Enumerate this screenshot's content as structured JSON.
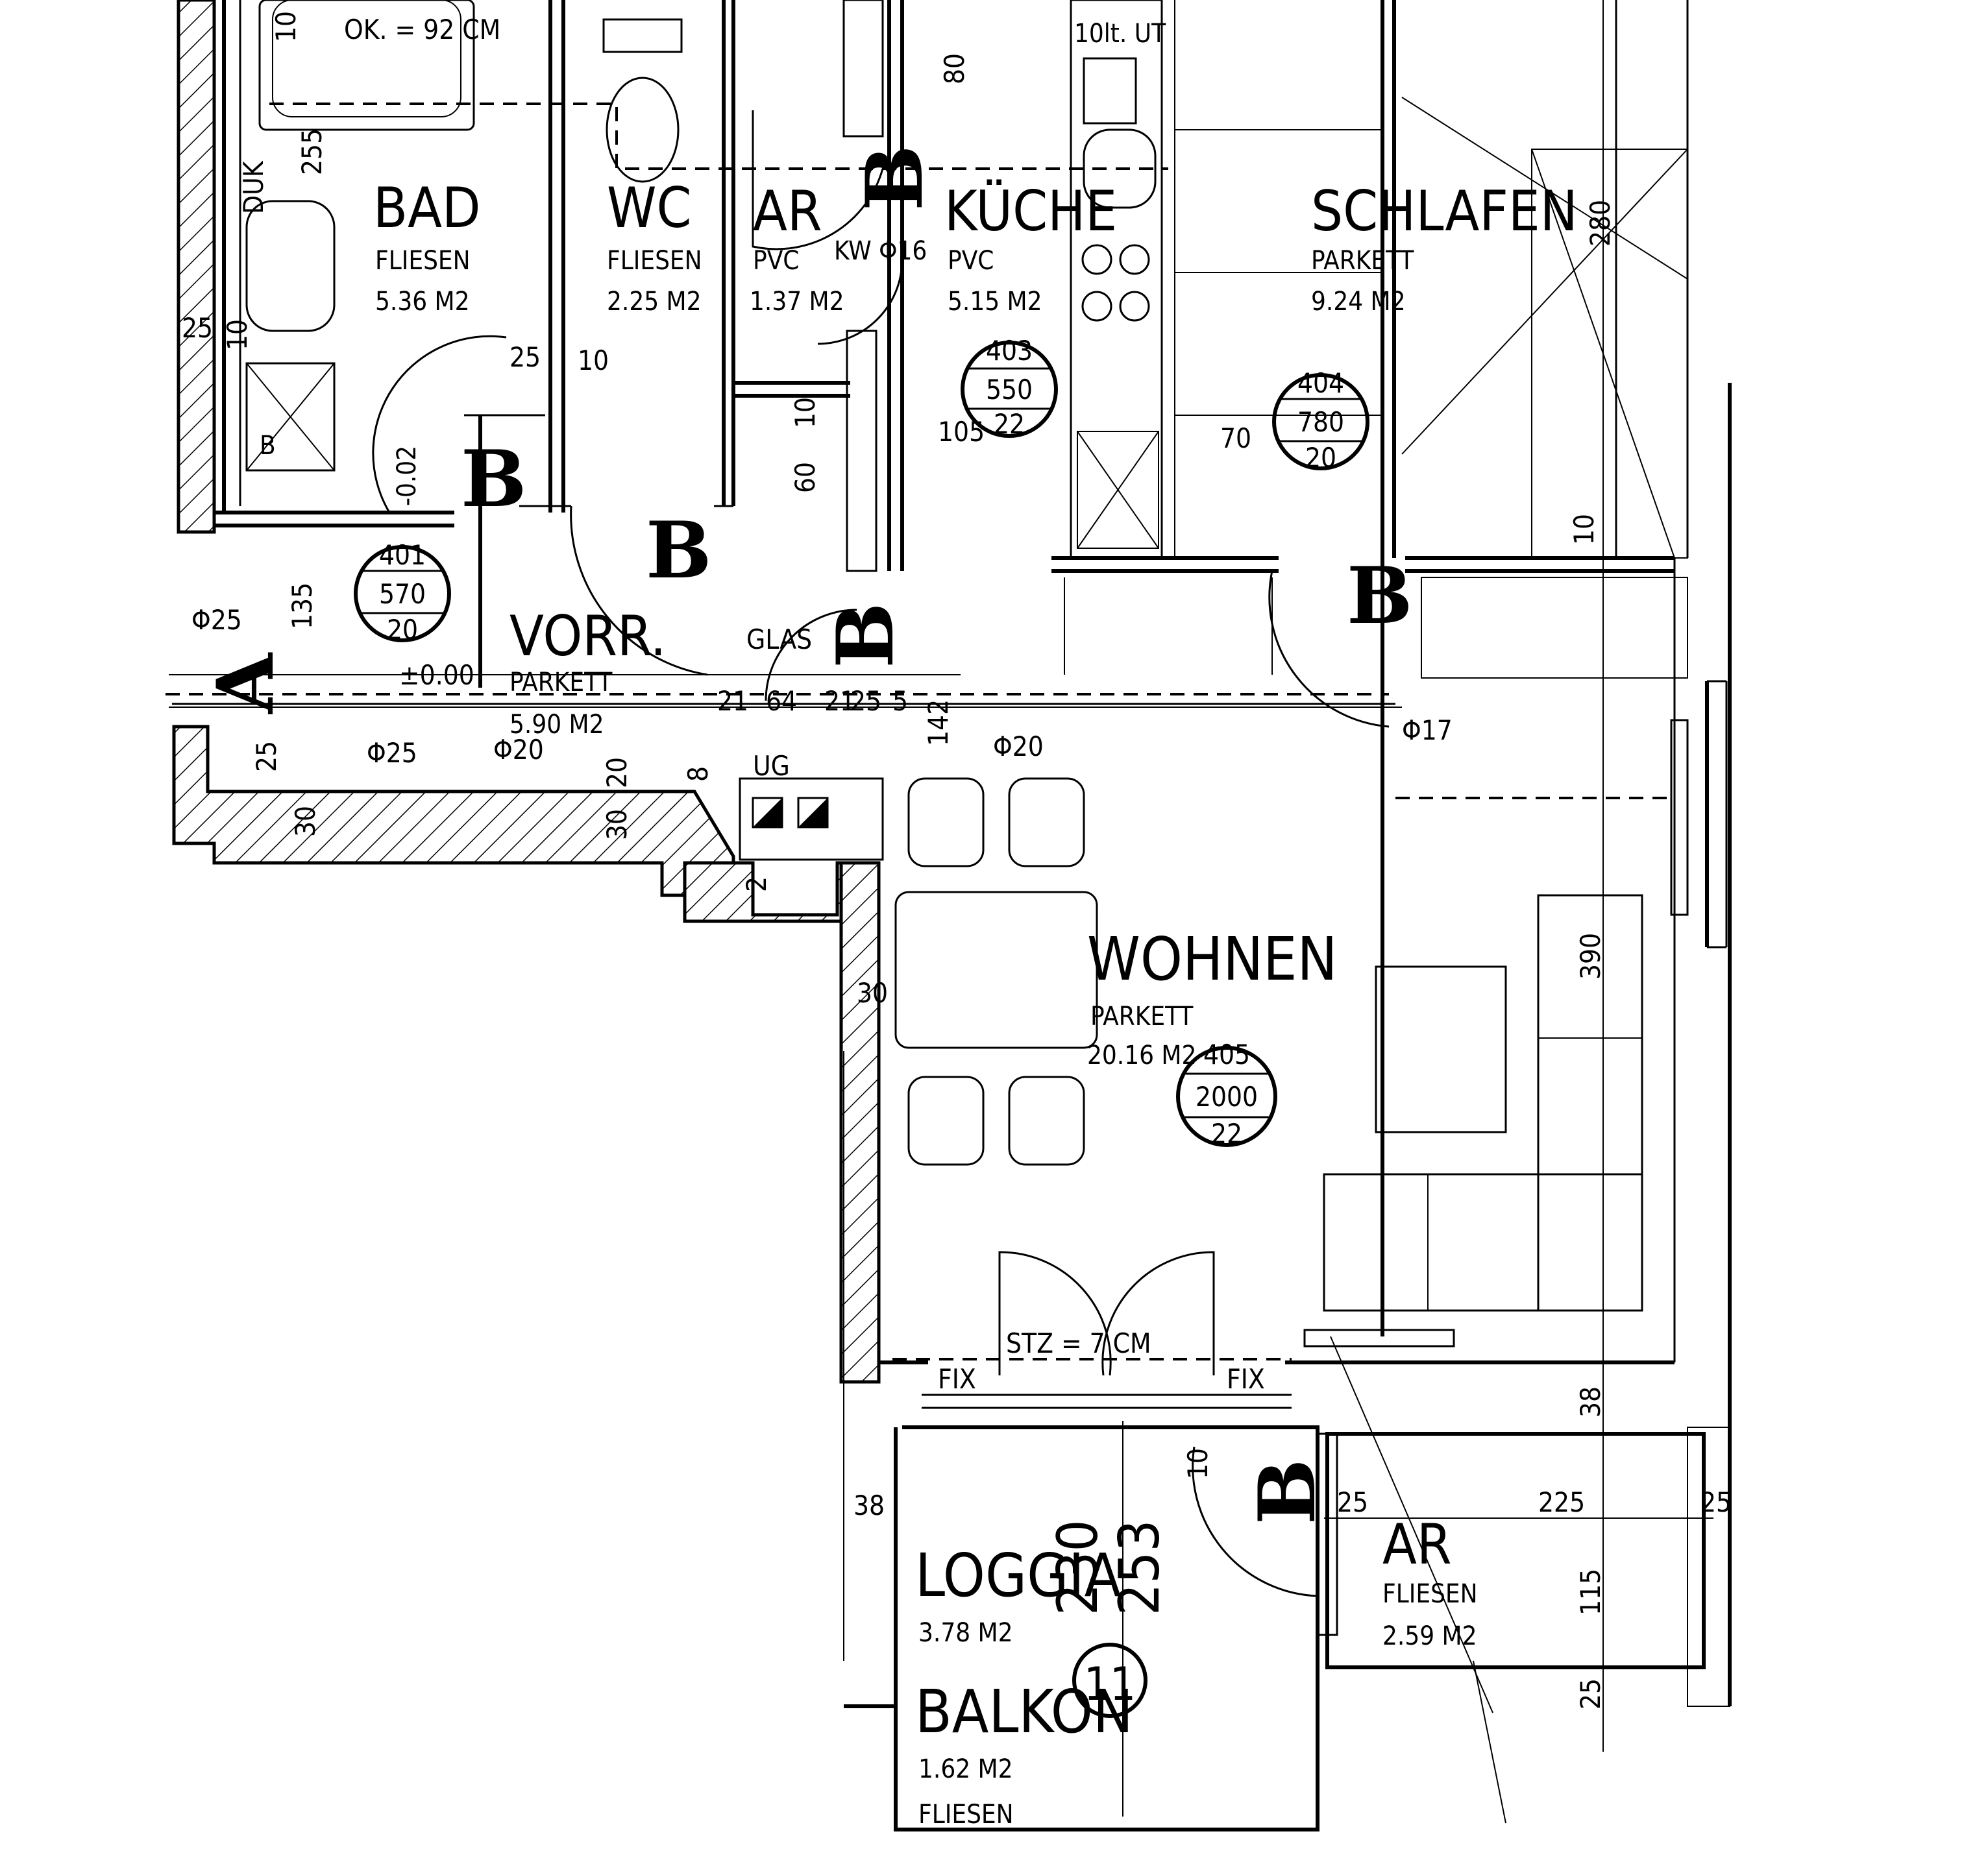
{
  "rooms": {
    "bad": {
      "name": "BAD",
      "floor": "FLIESEN",
      "area": "5.36 M2"
    },
    "wc": {
      "name": "WC",
      "floor": "FLIESEN",
      "area": "2.25 M2"
    },
    "ar_top": {
      "name": "AR",
      "floor": "PVC",
      "area": "1.37 M2"
    },
    "kueche": {
      "name": "KÜCHE",
      "floor": "PVC",
      "area": "5.15 M2"
    },
    "schlafen": {
      "name": "SCHLAFEN",
      "floor": "PARKETT",
      "area": "9.24 M2"
    },
    "vorr": {
      "name": "VORR.",
      "floor": "PARKETT",
      "area": "5.90 M2"
    },
    "wohnen": {
      "name": "WOHNEN",
      "floor": "PARKETT",
      "area": "20.16 M2"
    },
    "loggia": {
      "name": "LOGGIA",
      "area": "3.78 M2"
    },
    "balkon": {
      "name": "BALKON",
      "area": "1.62 M2",
      "floor": "FLIESEN"
    },
    "ar_bottom": {
      "name": "AR",
      "floor": "FLIESEN",
      "area": "2.59 M2"
    }
  },
  "room_tags": [
    {
      "id": "tag-vorr",
      "lines": [
        "401",
        "570",
        "20"
      ]
    },
    {
      "id": "tag-kueche",
      "lines": [
        "403",
        "550",
        "22"
      ]
    },
    {
      "id": "tag-schlafen",
      "lines": [
        "404",
        "780",
        "20"
      ]
    },
    {
      "id": "tag-wohnen",
      "lines": [
        "405",
        "2000",
        "22"
      ]
    }
  ],
  "labels": {
    "ok_height": "OK. = 92 CM",
    "duk": "DUK",
    "glas": "GLAS",
    "kw": "KW Φ16",
    "ug": "UG",
    "stz": "STZ = 7 CM",
    "fix_left": "FIX",
    "fix_right": "FIX",
    "level": "±0.00",
    "level_small": "-0.02",
    "kitchen_note": "10lt. UT",
    "circle_number": "11",
    "b_mark": "B",
    "a_mark": "A",
    "bathtub_b": "B"
  },
  "dimensions": {
    "d_80": "80",
    "d_255": "255",
    "d_10a": "10",
    "d_25a": "25",
    "d_10b": "10",
    "d_25b": "25",
    "d_10c": "10",
    "d_60": "60",
    "d_105": "105",
    "d_70": "70",
    "d_280": "280",
    "d_10d": "10",
    "d_135": "135",
    "d_phi25a": "Φ25",
    "d_21a": "21",
    "d_64": "64",
    "d_21b": "21",
    "d_25c": "25",
    "d_5": "5",
    "d_142": "142",
    "d_phi20a": "Φ20",
    "d_phi17": "Φ17",
    "d_25d": "25",
    "d_30a": "30",
    "d_phi25b": "Φ25",
    "d_phi20b": "Φ20",
    "d_20": "20",
    "d_8": "8",
    "d_30b": "30",
    "d_2": "2",
    "d_30c": "30",
    "d_390": "390",
    "d_38a": "38",
    "d_38b": "38",
    "d_230": "230",
    "d_253": "253",
    "d_10e": "10",
    "d_25e": "25",
    "d_225": "225",
    "d_25f": "25",
    "d_115": "115",
    "d_25g": "25"
  }
}
